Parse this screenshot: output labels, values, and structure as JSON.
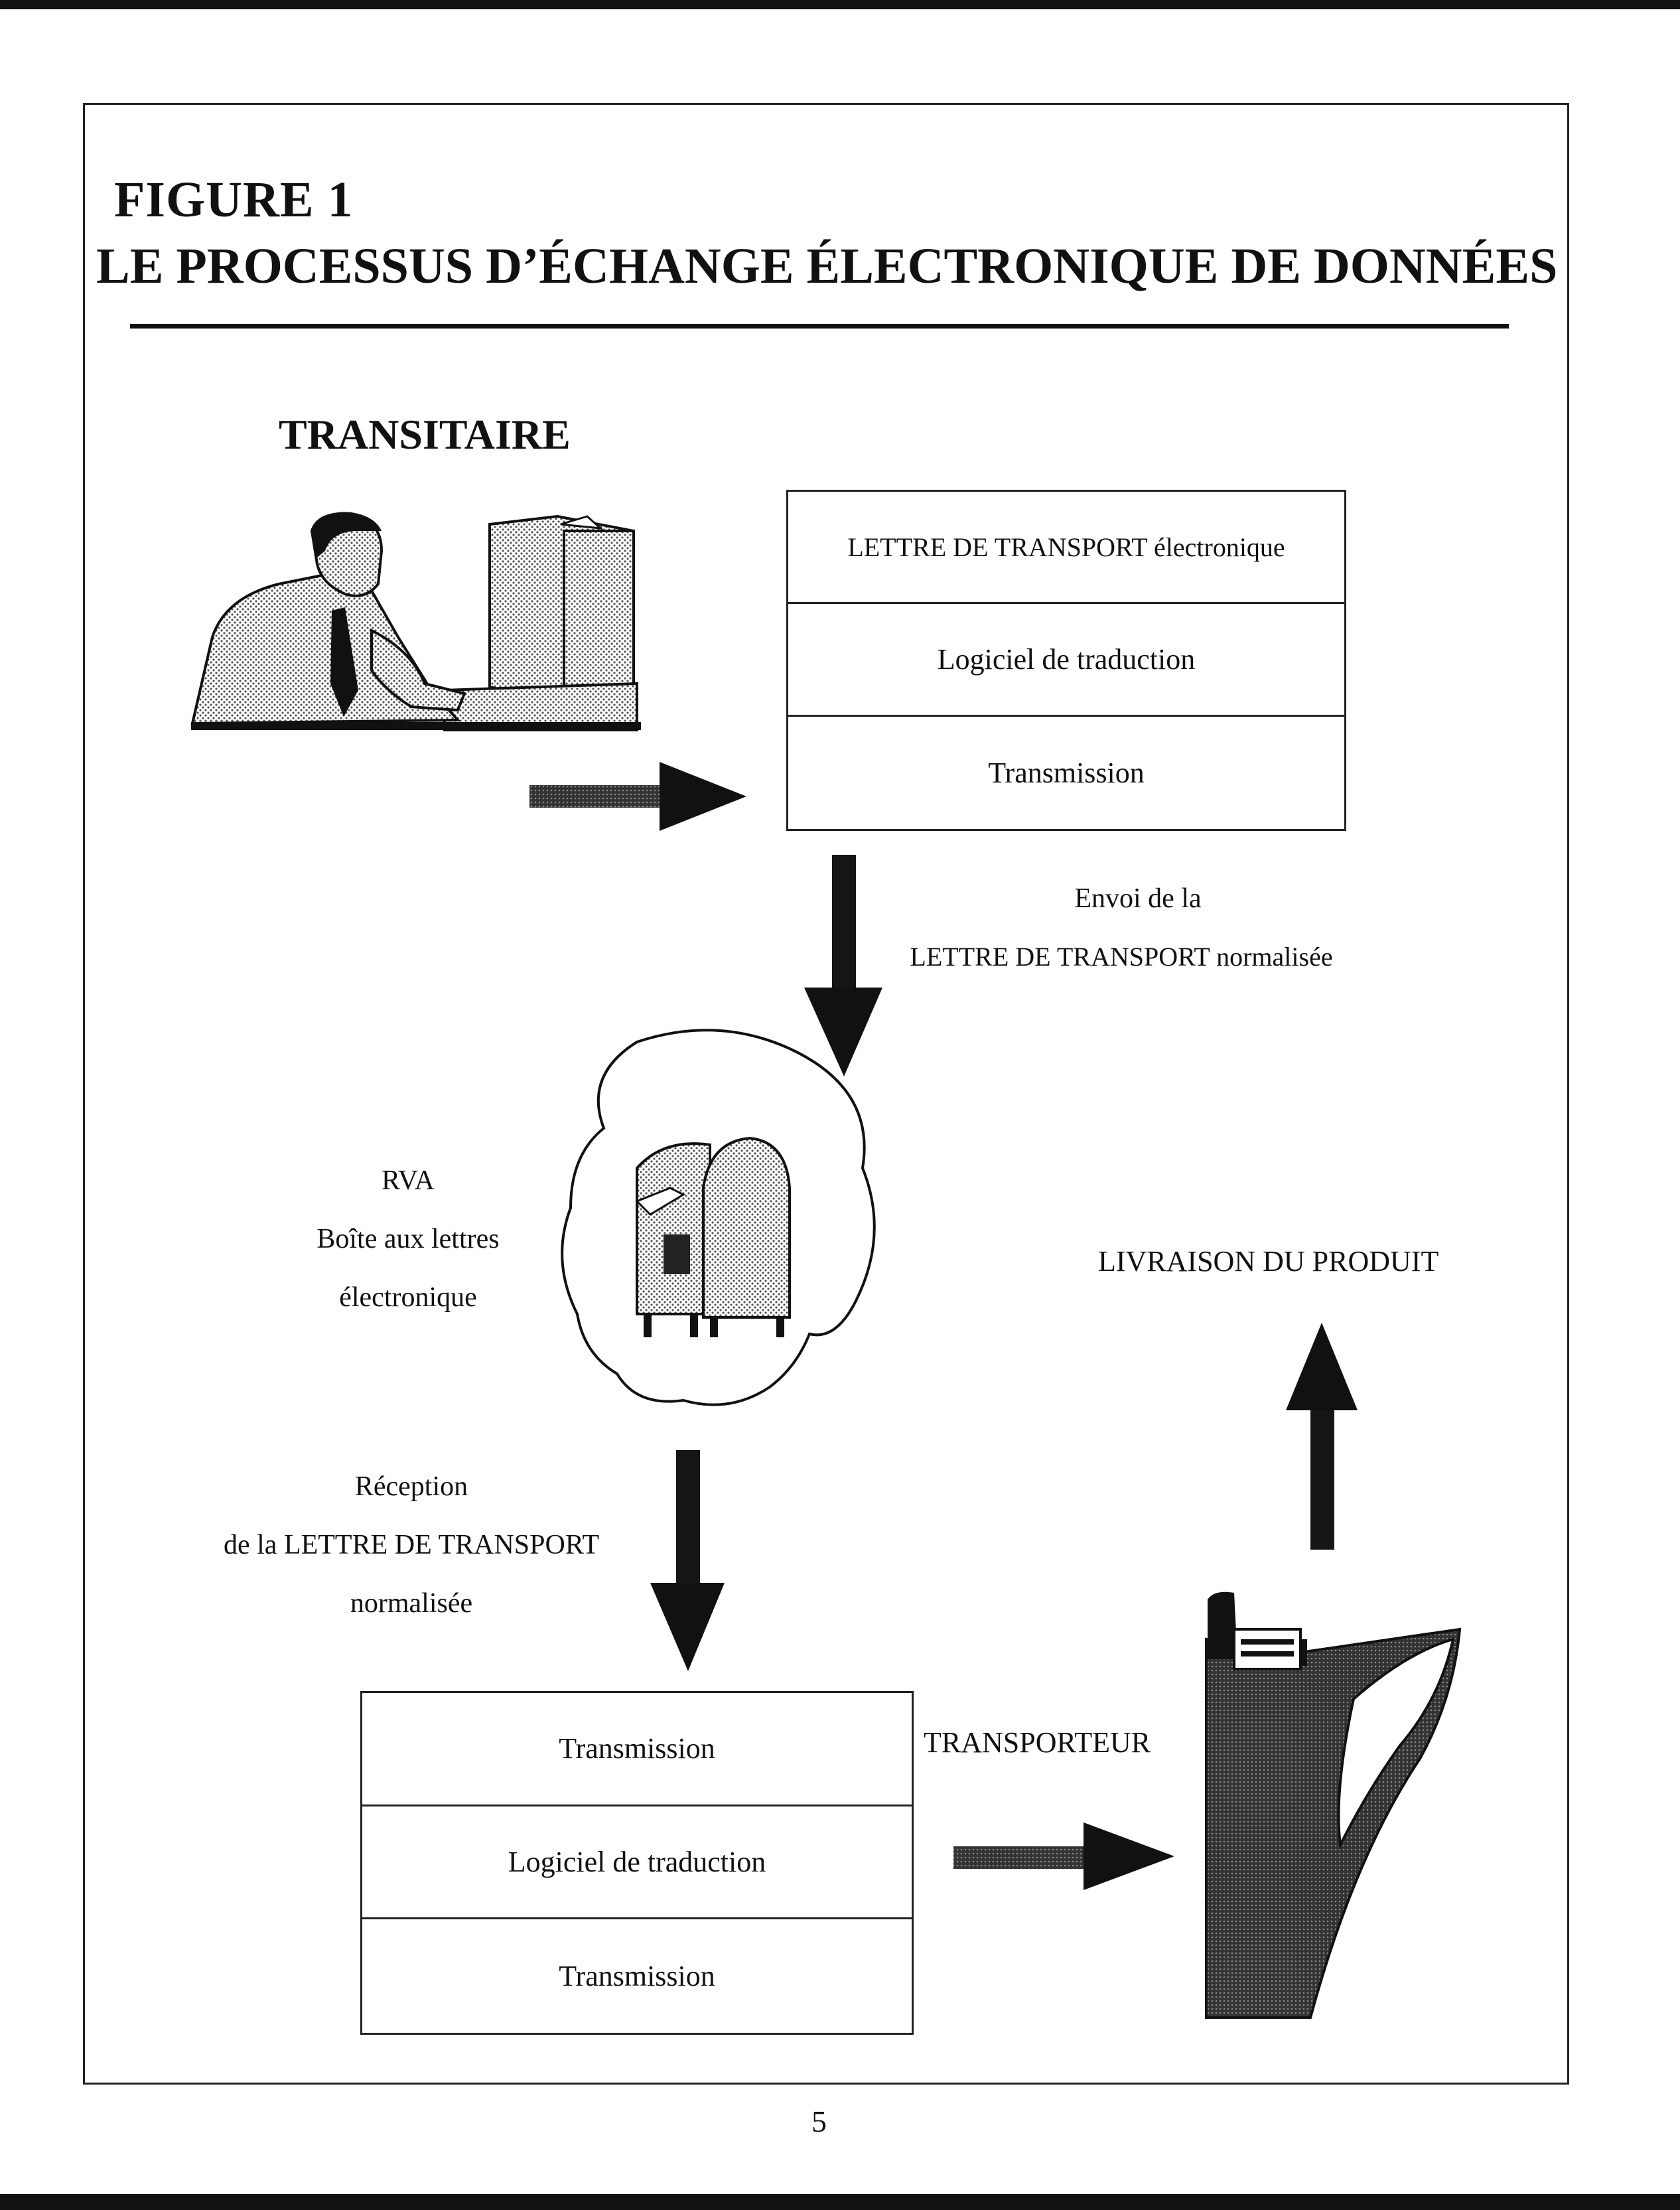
{
  "figure": {
    "number": "FIGURE 1",
    "title": "LE PROCESSUS D’ÉCHANGE ÉLECTRONIQUE DE DONNÉES"
  },
  "sender": {
    "label": "TRANSITAIRE",
    "stack": [
      "LETTRE DE TRANSPORT électronique",
      "Logiciel de traduction",
      "Transmission"
    ]
  },
  "send_caption": {
    "line1": "Envoi de la",
    "line2": "LETTRE DE TRANSPORT normalisée"
  },
  "mailbox": {
    "line1": "RVA",
    "line2": "Boîte aux lettres",
    "line3": "électronique"
  },
  "receive_caption": {
    "line1": "Réception",
    "line2": "de la LETTRE DE TRANSPORT",
    "line3": "normalisée"
  },
  "receiver": {
    "stack": [
      "Transmission",
      "Logiciel de traduction",
      "Transmission"
    ]
  },
  "carrier": {
    "label": "TRANSPORTEUR"
  },
  "delivery": {
    "label": "LIVRAISON DU PRODUIT"
  },
  "page_number": "5",
  "icons": [
    "person-at-computer-icon",
    "mailbox-icon",
    "ship-icon"
  ],
  "colors": {
    "ink": "#111111",
    "paper": "#ffffff",
    "stipple": "#9a9a9a"
  }
}
